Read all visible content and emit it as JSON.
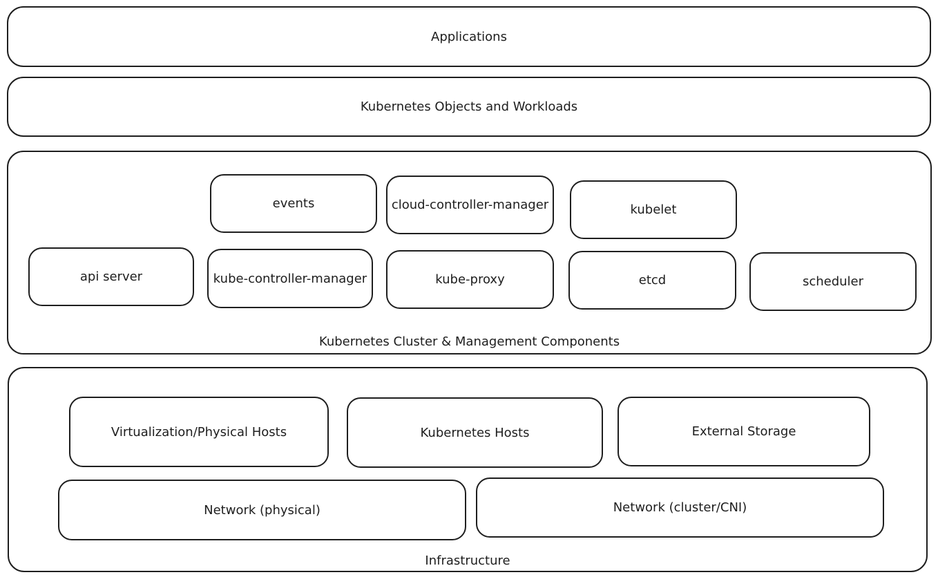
{
  "layers": {
    "applications": "Applications",
    "objects_workloads": "Kubernetes Objects and Workloads",
    "cluster": {
      "title": "Kubernetes Cluster & Management Components",
      "components": {
        "events": "events",
        "cloud_controller_manager": "cloud-controller-manager",
        "kubelet": "kubelet",
        "api_server": "api server",
        "kube_controller_manager": "kube-controller-manager",
        "kube_proxy": "kube-proxy",
        "etcd": "etcd",
        "scheduler": "scheduler"
      }
    },
    "infrastructure": {
      "title": "Infrastructure",
      "components": {
        "virtualization_hosts": "Virtualization/Physical Hosts",
        "kubernetes_hosts": "Kubernetes Hosts",
        "external_storage": "External Storage",
        "network_physical": "Network (physical)",
        "network_cluster": "Network (cluster/CNI)"
      }
    }
  }
}
